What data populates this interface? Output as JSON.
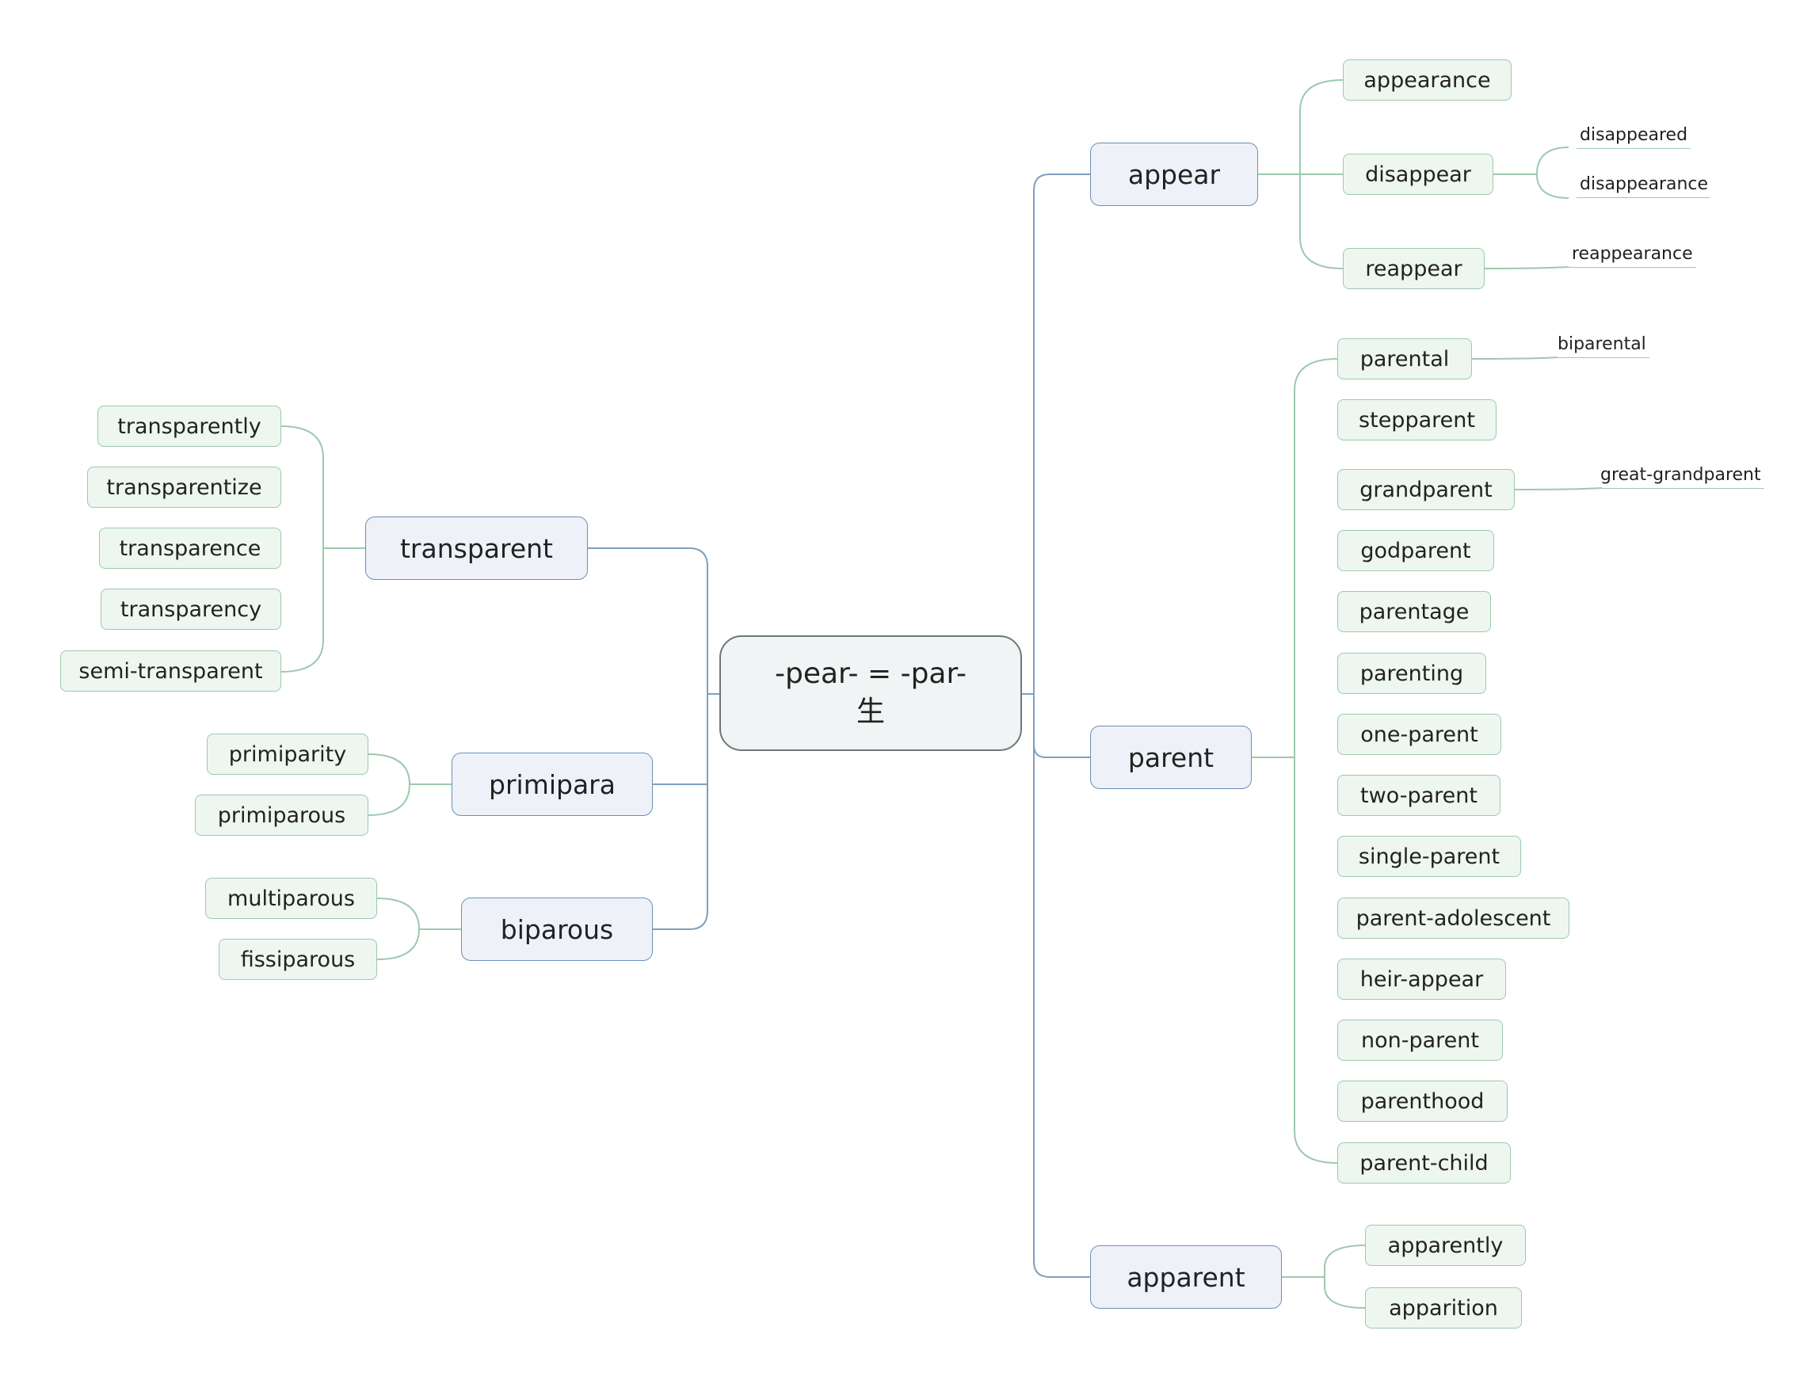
{
  "root": {
    "line1": "-pear- = -par-",
    "line2": "生"
  },
  "right_branches": {
    "appear": {
      "label": "appear",
      "children": [
        "appearance",
        "disappear",
        "reappear"
      ],
      "disappear_derivatives": [
        "disappeared",
        "disappearance"
      ],
      "reappear_derivatives": [
        "reappearance"
      ]
    },
    "parent": {
      "label": "parent",
      "children": [
        "parental",
        "stepparent",
        "grandparent",
        "godparent",
        "parentage",
        "parenting",
        "one-parent",
        "two-parent",
        "single-parent",
        "parent-adolescent",
        "heir-appear",
        "non-parent",
        "parenthood",
        "parent-child"
      ],
      "parental_derivatives": [
        "biparental"
      ],
      "grandparent_derivatives": [
        "great-grandparent"
      ]
    },
    "apparent": {
      "label": "apparent",
      "children": [
        "apparently",
        "apparition"
      ]
    }
  },
  "left_branches": {
    "transparent": {
      "label": "transparent",
      "children": [
        "transparently",
        "transparentize",
        "transparence",
        "transparency",
        "semi-transparent"
      ]
    },
    "primipara": {
      "label": "primipara",
      "children": [
        "primiparity",
        "primiparous"
      ]
    },
    "biparous": {
      "label": "biparous",
      "children": [
        "multiparous",
        "fissiparous"
      ]
    }
  }
}
